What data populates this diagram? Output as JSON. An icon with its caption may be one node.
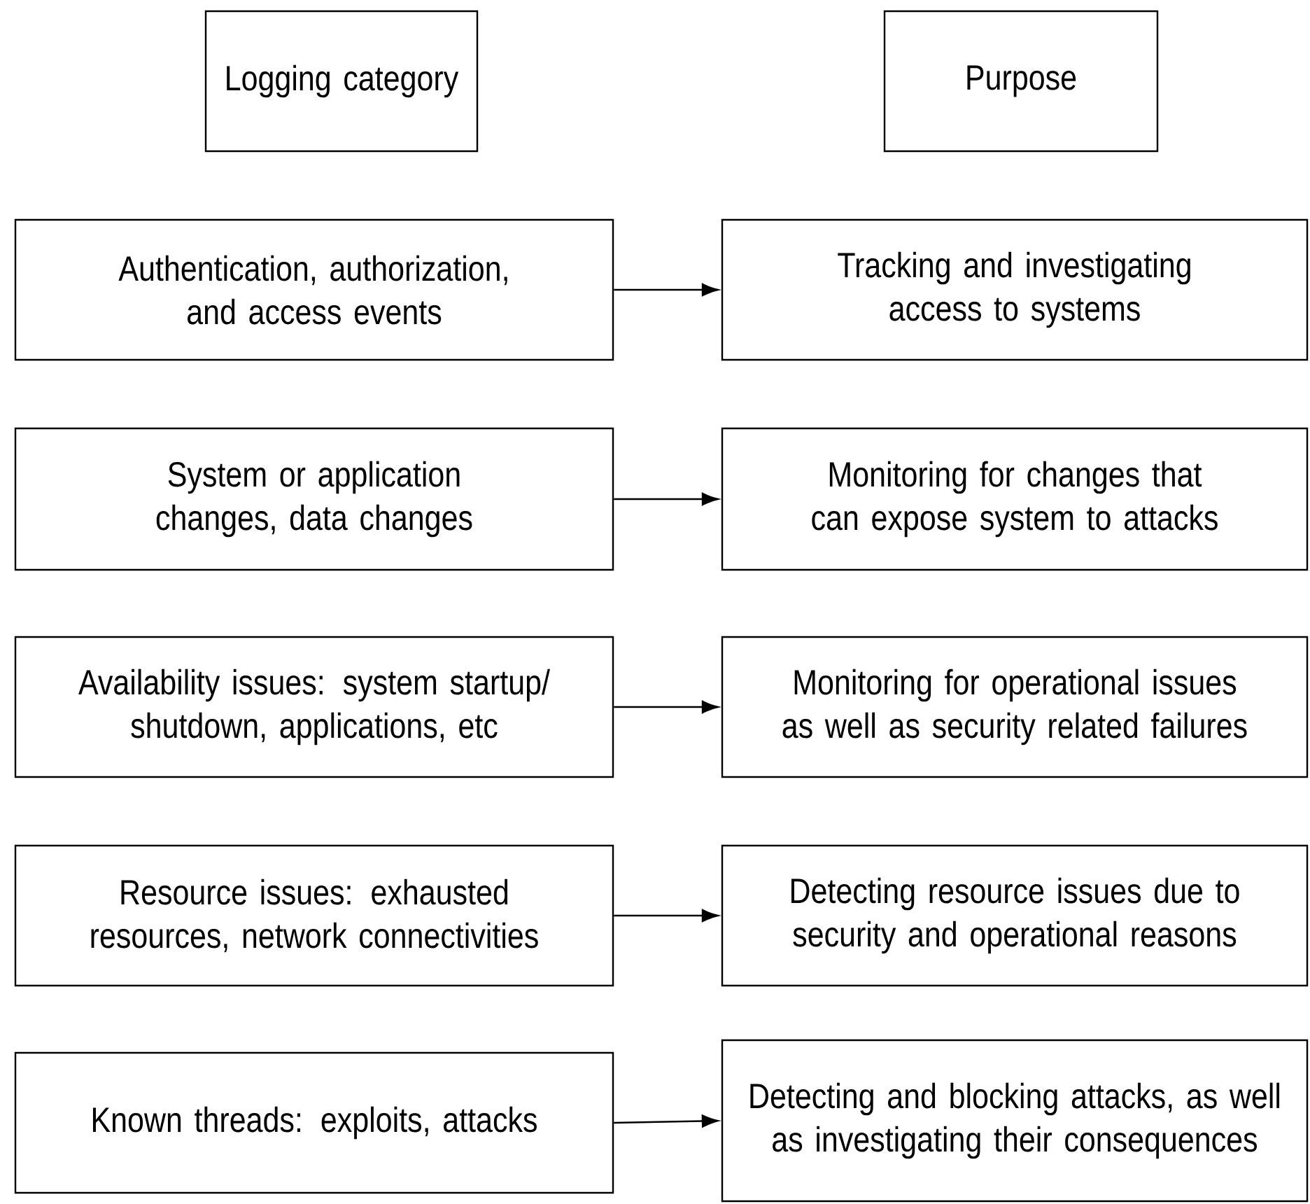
{
  "diagram": {
    "nodes": [
      {
        "text": [
          "Logging category"
        ]
      },
      {
        "text": [
          "Purpose"
        ]
      },
      {
        "text": [
          "Authentication, authorization, and access events"
        ]
      },
      {
        "text": [
          "Tracking and investigating access to systems"
        ]
      },
      {
        "text": [
          "System or application changes, data changes"
        ]
      },
      {
        "text": [
          "Monitoring for changes that can expose system to attacks"
        ]
      },
      {
        "text": [
          "Availability issues: system startup/ shutdown, applications, etc"
        ]
      },
      {
        "text": [
          "Monitoring for operational issues as well as security related failures"
        ]
      },
      {
        "text": [
          "Resource issues: exhausted resources, network connectivities"
        ]
      },
      {
        "text": [
          "Detecting resource issues due to security and operational reasons"
        ]
      },
      {
        "text": [
          "Known threads: exploits, attacks"
        ]
      },
      {
        "text": [
          "Detecting and blocking attacks, as well as investigating their consequences"
        ]
      }
    ],
    "edges": [
      {
        "from": 2,
        "to": 3,
        "arrow": "to"
      },
      {
        "from": 4,
        "to": 5,
        "arrow": "to"
      },
      {
        "from": 6,
        "to": 7,
        "arrow": "to"
      },
      {
        "from": 8,
        "to": 9,
        "arrow": "to"
      },
      {
        "from": 10,
        "to": 11,
        "arrow": "to"
      }
    ]
  }
}
